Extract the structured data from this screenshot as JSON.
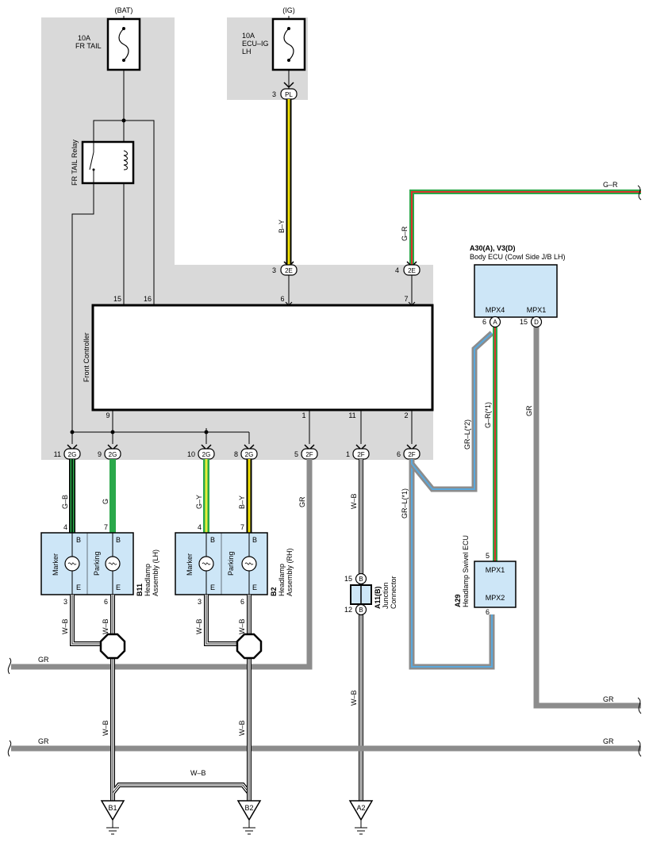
{
  "power": {
    "bat_label": "(BAT)",
    "bat_fuse_amp": "10A",
    "bat_fuse_name": "FR TAIL",
    "ig_label": "(IG)",
    "ig_fuse_amp": "10A",
    "ig_fuse_name1": "ECU–IG",
    "ig_fuse_name2": "LH",
    "ig_pin": "3",
    "ig_conn": "PL"
  },
  "relay": {
    "label": "FR TAIL Relay"
  },
  "front_controller": {
    "label": "Front Controller",
    "pin15": "15",
    "pin16": "16",
    "pin6": "6",
    "pin7": "7",
    "pin9": "9",
    "pin1": "1",
    "pin11": "11",
    "pin2": "2"
  },
  "conn_2e": {
    "label": "2E",
    "pin_by": "3",
    "pin_gr": "4"
  },
  "conn_2g": {
    "label": "2G",
    "pins": [
      "11",
      "9",
      "10",
      "8"
    ]
  },
  "conn_2f": {
    "label": "2F",
    "pins": [
      "5",
      "1",
      "6"
    ]
  },
  "wires": {
    "by": "B–Y",
    "gr_g": "G–R",
    "g_b": "G–B",
    "g": "G",
    "g_y": "G–Y",
    "gr": "GR",
    "w_b": "W–B",
    "gr_l2": "GR–L(*2)",
    "g_r1": "G–R(*1)",
    "gr_l1": "GR–L(*1)"
  },
  "body_ecu": {
    "code": "A30(A), V3(D)",
    "name": "Body ECU (Cowl Side J/B LH)",
    "mpx4": "MPX4",
    "mpx1": "MPX1",
    "pin_a": "6",
    "conn_a": "A",
    "pin_d": "15",
    "conn_d": "D"
  },
  "headlamp_lh": {
    "code": "B11",
    "name1": "Headlamp",
    "name2": "Assembly (LH)",
    "marker": "Marker",
    "parking": "Parking",
    "b": "B",
    "e": "E",
    "pin4": "4",
    "pin7": "7",
    "pin3": "3",
    "pin6": "6"
  },
  "headlamp_rh": {
    "code": "B2",
    "name1": "Headlamp",
    "name2": "Assembly (RH)",
    "marker": "Marker",
    "parking": "Parking",
    "b": "B",
    "e": "E",
    "pin4": "4",
    "pin7": "7",
    "pin3": "3",
    "pin6": "6"
  },
  "junction": {
    "code": "A11(B)",
    "name1": "Junction",
    "name2": "Connector",
    "pin15": "15",
    "pin12": "12",
    "conn": "B"
  },
  "swivel": {
    "code": "A29",
    "name": "Headlamp Swivel ECU",
    "mpx1": "MPX1",
    "mpx2": "MPX2",
    "pin5": "5",
    "pin6": "6"
  },
  "grounds": {
    "b1": "B1",
    "b2": "B2",
    "a2": "A2"
  },
  "colors": {
    "shade": "#d9d9d9",
    "gray_wire": "#8c8c8c",
    "green": "#2aa84a",
    "yellow": "#f2e205",
    "red": "#d9342b",
    "blue": "#5aa8dc",
    "light_green": "#a5d86a",
    "component_fill": "#cde6f7"
  }
}
